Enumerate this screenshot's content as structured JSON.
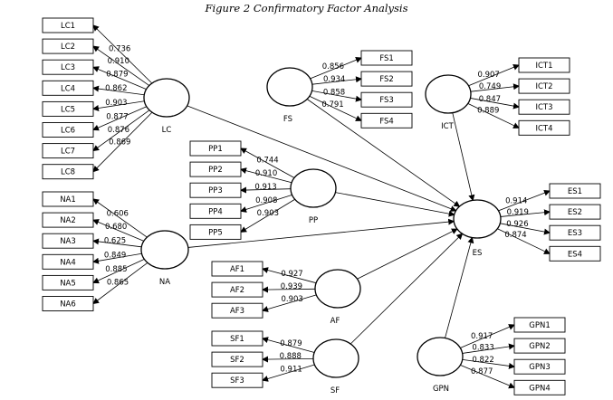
{
  "title": "Figure 2 Confirmatory Factor Analysis",
  "constructs": [
    {
      "id": "LC",
      "label": "LC",
      "indicators": [
        {
          "label": "LC1",
          "loading": "0.736"
        },
        {
          "label": "LC2",
          "loading": "0.910"
        },
        {
          "label": "LC3",
          "loading": "0.879"
        },
        {
          "label": "LC4",
          "loading": "0.862"
        },
        {
          "label": "LC5",
          "loading": "0.903"
        },
        {
          "label": "LC6",
          "loading": "0.877"
        },
        {
          "label": "LC7",
          "loading": "0.876"
        },
        {
          "label": "LC8",
          "loading": "0.869"
        }
      ]
    },
    {
      "id": "NA",
      "label": "NA",
      "indicators": [
        {
          "label": "NA1",
          "loading": "0.606"
        },
        {
          "label": "NA2",
          "loading": "0.680"
        },
        {
          "label": "NA3",
          "loading": "0.625"
        },
        {
          "label": "NA4",
          "loading": "0.849"
        },
        {
          "label": "NA5",
          "loading": "0.885"
        },
        {
          "label": "NA6",
          "loading": "0.865"
        }
      ]
    },
    {
      "id": "FS",
      "label": "FS",
      "indicators": [
        {
          "label": "FS1",
          "loading": "0.856"
        },
        {
          "label": "FS2",
          "loading": "0.934"
        },
        {
          "label": "FS3",
          "loading": "0.858"
        },
        {
          "label": "FS4",
          "loading": "0.791"
        }
      ]
    },
    {
      "id": "PP",
      "label": "PP",
      "indicators": [
        {
          "label": "PP1",
          "loading": "0.744"
        },
        {
          "label": "PP2",
          "loading": "0.910"
        },
        {
          "label": "PP3",
          "loading": "0.913"
        },
        {
          "label": "PP4",
          "loading": "0.908"
        },
        {
          "label": "PP5",
          "loading": "0.903"
        }
      ]
    },
    {
      "id": "ICT",
      "label": "ICT",
      "indicators": [
        {
          "label": "ICT1",
          "loading": "0.907"
        },
        {
          "label": "ICT2",
          "loading": "0.749"
        },
        {
          "label": "ICT3",
          "loading": "0.847"
        },
        {
          "label": "ICT4",
          "loading": "0.889"
        }
      ]
    },
    {
      "id": "ES",
      "label": "ES",
      "indicators": [
        {
          "label": "ES1",
          "loading": "0.914"
        },
        {
          "label": "ES2",
          "loading": "0.919"
        },
        {
          "label": "ES3",
          "loading": "0.926"
        },
        {
          "label": "ES4",
          "loading": "0.874"
        }
      ]
    },
    {
      "id": "AF",
      "label": "AF",
      "indicators": [
        {
          "label": "AF1",
          "loading": "0.927"
        },
        {
          "label": "AF2",
          "loading": "0.939"
        },
        {
          "label": "AF3",
          "loading": "0.903"
        }
      ]
    },
    {
      "id": "SF",
      "label": "SF",
      "indicators": [
        {
          "label": "SF1",
          "loading": "0.879"
        },
        {
          "label": "SF2",
          "loading": "0.888"
        },
        {
          "label": "SF3",
          "loading": "0.911"
        }
      ]
    },
    {
      "id": "GPN",
      "label": "GPN",
      "indicators": [
        {
          "label": "GPN1",
          "loading": "0.917"
        },
        {
          "label": "GPN2",
          "loading": "0.833"
        },
        {
          "label": "GPN3",
          "loading": "0.822"
        },
        {
          "label": "GPN4",
          "loading": "0.877"
        }
      ]
    }
  ],
  "structural_paths": [
    {
      "from": "LC",
      "to": "ES"
    },
    {
      "from": "FS",
      "to": "ES"
    },
    {
      "from": "PP",
      "to": "ES"
    },
    {
      "from": "NA",
      "to": "ES"
    },
    {
      "from": "AF",
      "to": "ES"
    },
    {
      "from": "SF",
      "to": "ES"
    },
    {
      "from": "GPN",
      "to": "ES"
    },
    {
      "from": "ICT",
      "to": "ES"
    }
  ]
}
